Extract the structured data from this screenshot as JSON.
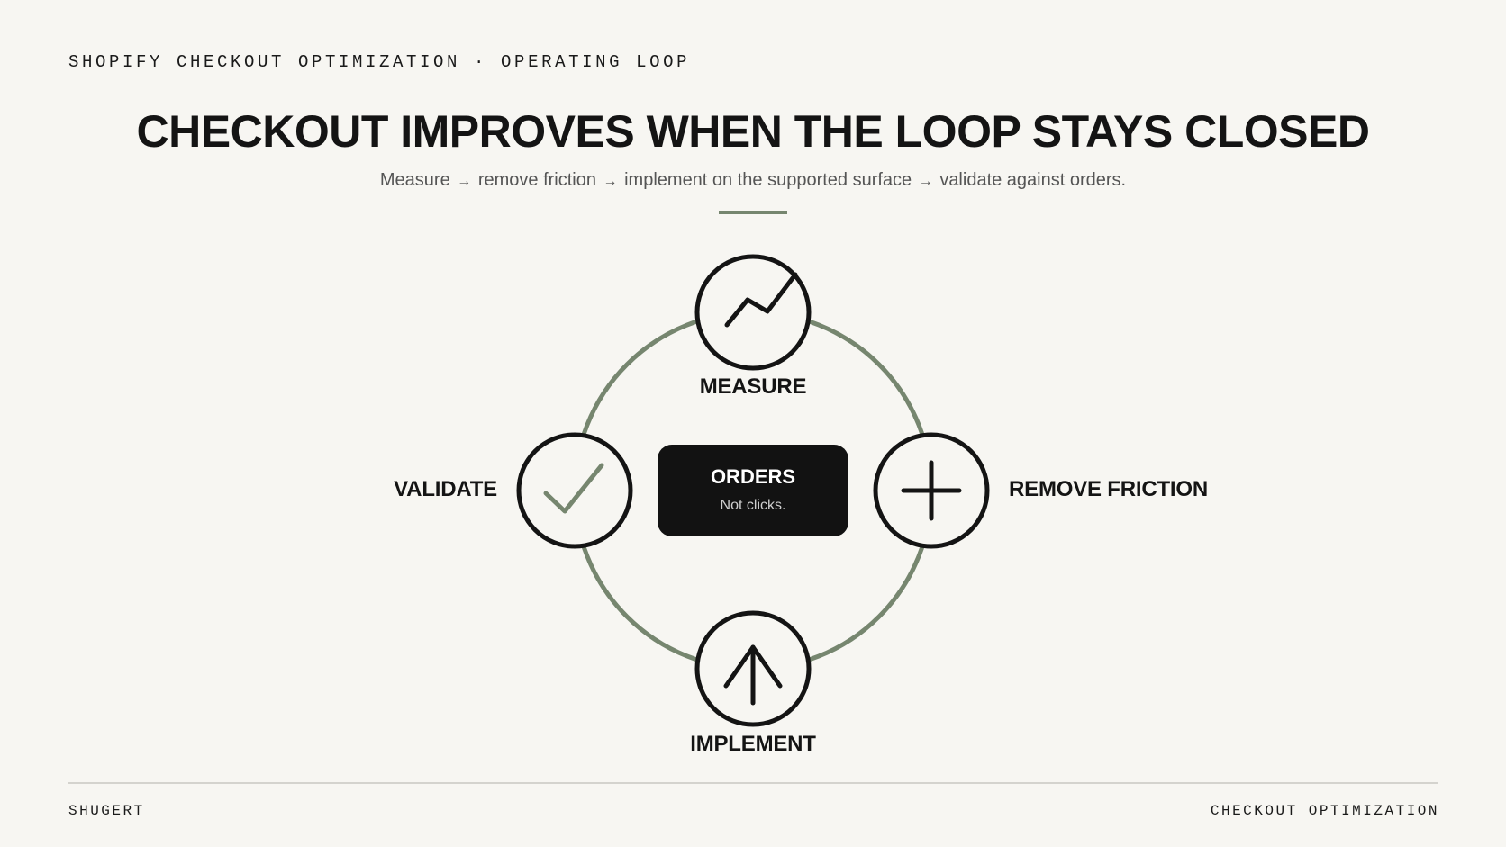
{
  "header": {
    "eyebrow": "SHOPIFY CHECKOUT OPTIMIZATION · OPERATING LOOP",
    "title": "CHECKOUT IMPROVES WHEN THE LOOP STAYS CLOSED",
    "subtitle_steps": [
      "Measure",
      "remove friction",
      "implement on the supported surface",
      "validate against orders."
    ],
    "subtitle_arrow": "→"
  },
  "diagram": {
    "stages": {
      "measure": {
        "label": "MEASURE",
        "icon": "trend-line-icon"
      },
      "remove_friction": {
        "label": "REMOVE FRICTION",
        "icon": "plus-icon"
      },
      "implement": {
        "label": "IMPLEMENT",
        "icon": "arrow-up-icon"
      },
      "validate": {
        "label": "VALIDATE",
        "icon": "checkmark-icon"
      }
    },
    "center": {
      "title": "ORDERS",
      "subtitle": "Not clicks."
    }
  },
  "footer": {
    "left": "SHUGERT",
    "right": "CHECKOUT OPTIMIZATION"
  },
  "colors": {
    "background": "#f7f6f2",
    "ink": "#141414",
    "accent": "#76866f",
    "center_card": "#121212"
  }
}
